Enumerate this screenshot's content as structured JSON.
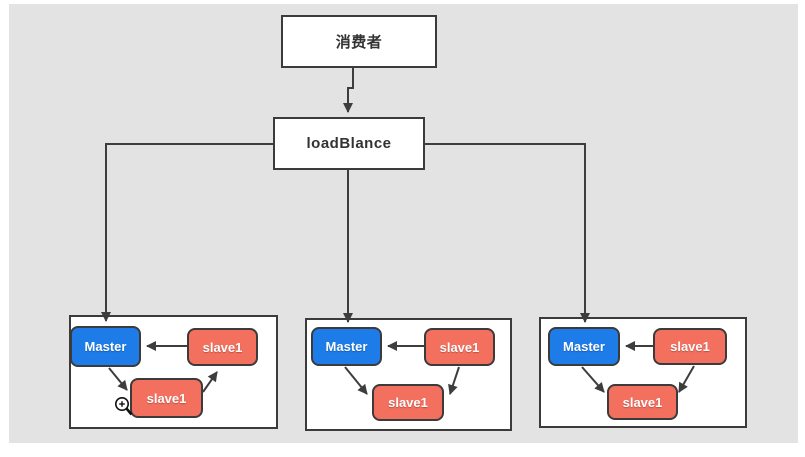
{
  "diagram": {
    "consumer": {
      "label": "消费者"
    },
    "load_balancer": {
      "label": "loadBlance"
    },
    "groups": [
      {
        "master": {
          "label": "Master"
        },
        "slave_top": {
          "label": "slave1"
        },
        "slave_bottom": {
          "label": "slave1"
        }
      },
      {
        "master": {
          "label": "Master"
        },
        "slave_top": {
          "label": "slave1"
        },
        "slave_bottom": {
          "label": "slave1"
        }
      },
      {
        "master": {
          "label": "Master"
        },
        "slave_top": {
          "label": "slave1"
        },
        "slave_bottom": {
          "label": "slave1"
        }
      }
    ],
    "colors": {
      "canvas_background": "#e3e3e3",
      "frame": "#ffffff",
      "master_fill": "#1e7ce8",
      "slave_fill": "#f4705e",
      "node_border": "#3b3b3b",
      "line": "#3d3d3d",
      "node_text_light": "#ffffff",
      "node_text_dark": "#333333"
    },
    "cursor_icon": "zoom-in-magnifier-cursor"
  }
}
